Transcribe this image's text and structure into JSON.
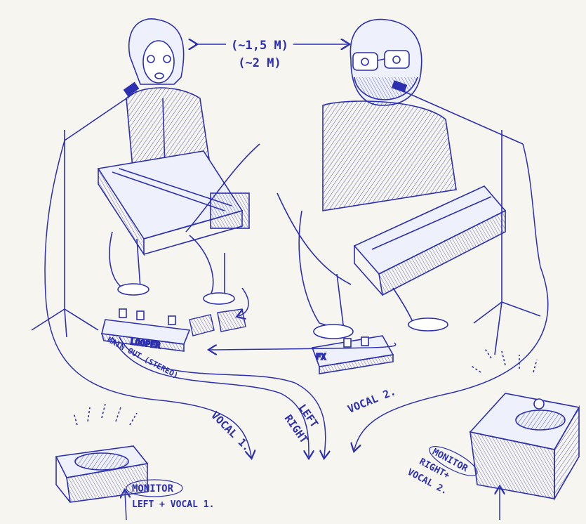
{
  "distance": {
    "line1": "(~1,5 M)",
    "line2": "(~2 M)"
  },
  "looper": {
    "label": "LOOPER",
    "out_label": "MAIN OUT (STEREO)"
  },
  "fx": {
    "label": "FX"
  },
  "cables": {
    "left": "LEFT",
    "right": "RIGHT",
    "vocal1": "VOCAL 1.",
    "vocal2": "VOCAL 2."
  },
  "monitor_left": {
    "title": "MONITOR",
    "sub": "LEFT + VOCAL 1."
  },
  "monitor_right": {
    "title": "MONITOR",
    "line1": "RIGHT+",
    "line2": "VOCAL 2."
  },
  "colors": {
    "ink": "#2b2fb0",
    "paper": "#f7f5f0"
  }
}
